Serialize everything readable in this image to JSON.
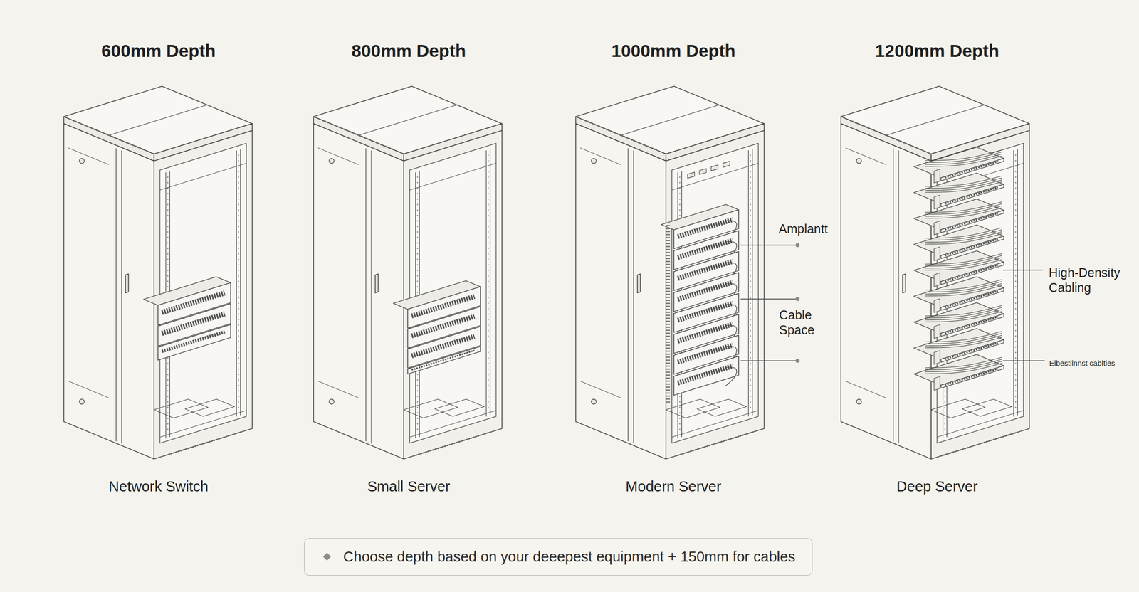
{
  "diagram": {
    "nodes": [
      {
        "text": [
          "Choose depth based on your deeepest equipment + 150mm for cables"
        ]
      }
    ],
    "labels": [
      "600mm Depth",
      "800mm Depth",
      "1000mm Depth",
      "1200mm Depth",
      "Network Switch",
      "Small Server",
      "Modern Server",
      "Deep Server",
      "Amplantt",
      "Cable Space",
      "High-Density Cabling",
      "Elbestilnnst cablties"
    ]
  }
}
